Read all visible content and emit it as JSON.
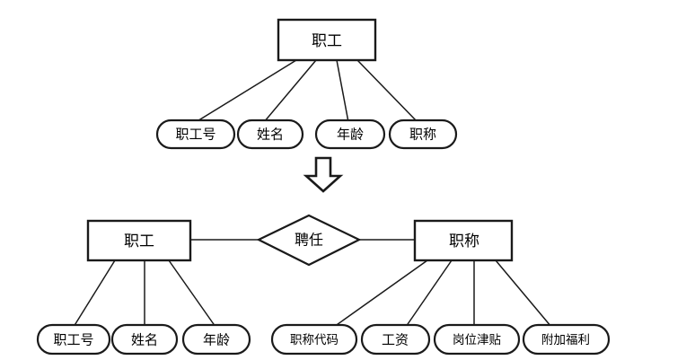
{
  "diagram": {
    "type": "er-diagram",
    "background_color": "#ffffff",
    "stroke_color": "#1a1a1a",
    "text_color": "#000000",
    "upper_model": {
      "entity": {
        "label": "职工"
      },
      "attributes": [
        {
          "label": "职工号"
        },
        {
          "label": "姓名"
        },
        {
          "label": "年龄"
        },
        {
          "label": "职称"
        }
      ]
    },
    "transform_arrow": {
      "direction": "down",
      "style": "hollow-block-arrow"
    },
    "lower_model": {
      "left_entity": {
        "label": "职工"
      },
      "relationship": {
        "label": "聘任"
      },
      "right_entity": {
        "label": "职称"
      },
      "left_attributes": [
        {
          "label": "职工号"
        },
        {
          "label": "姓名"
        },
        {
          "label": "年龄"
        }
      ],
      "right_attributes": [
        {
          "label": "职称代码"
        },
        {
          "label": "工资"
        },
        {
          "label": "岗位津贴"
        },
        {
          "label": "附加福利"
        }
      ]
    }
  }
}
